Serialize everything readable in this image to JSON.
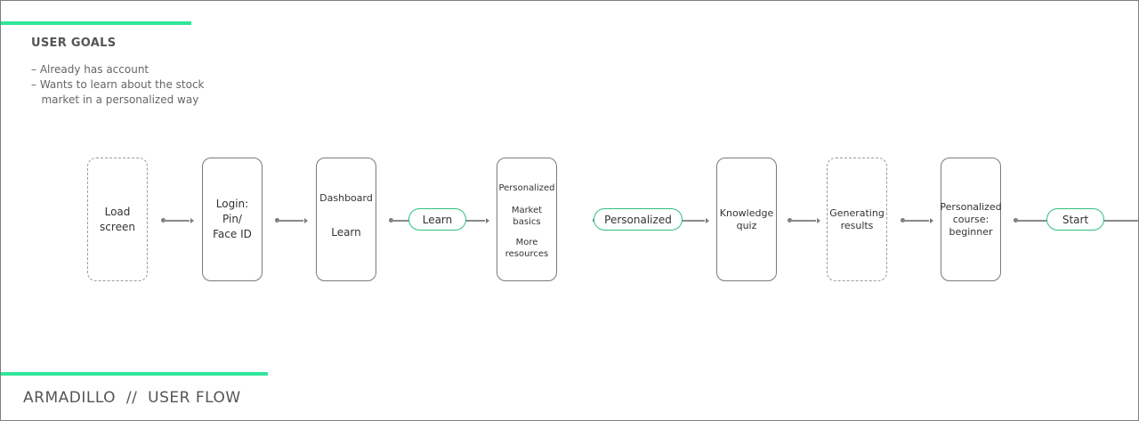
{
  "title": "USER GOALS",
  "goals": [
    "– Already has account",
    "– Wants to learn about the stock",
    "   market in a personalized way"
  ],
  "footer": "ARMADILLO  //  USER FLOW",
  "colors": {
    "accent": "#2fe59a",
    "pill_border": "#2fbf7f",
    "card_border": "#7a7a7a"
  },
  "flow": {
    "load": {
      "label_1": "Load",
      "label_2": "screen"
    },
    "login": {
      "label_1": "Login:",
      "label_2": "Pin/",
      "label_3": "Face ID"
    },
    "dashboard": {
      "label_1": "Dashboard",
      "label_2": "Learn"
    },
    "pill_learn": "Learn",
    "personalized_menu": {
      "item_1": "Personalized",
      "item_2a": "Market",
      "item_2b": "basics",
      "item_3a": "More",
      "item_3b": "resources"
    },
    "pill_personalized": "Personalized",
    "quiz": {
      "label_1": "Knowledge",
      "label_2": "quiz"
    },
    "generating": {
      "label_1": "Generating",
      "label_2": "results"
    },
    "course": {
      "label_1": "Personalized",
      "label_2": "course:",
      "label_3": "beginner"
    },
    "pill_start": "Start"
  }
}
